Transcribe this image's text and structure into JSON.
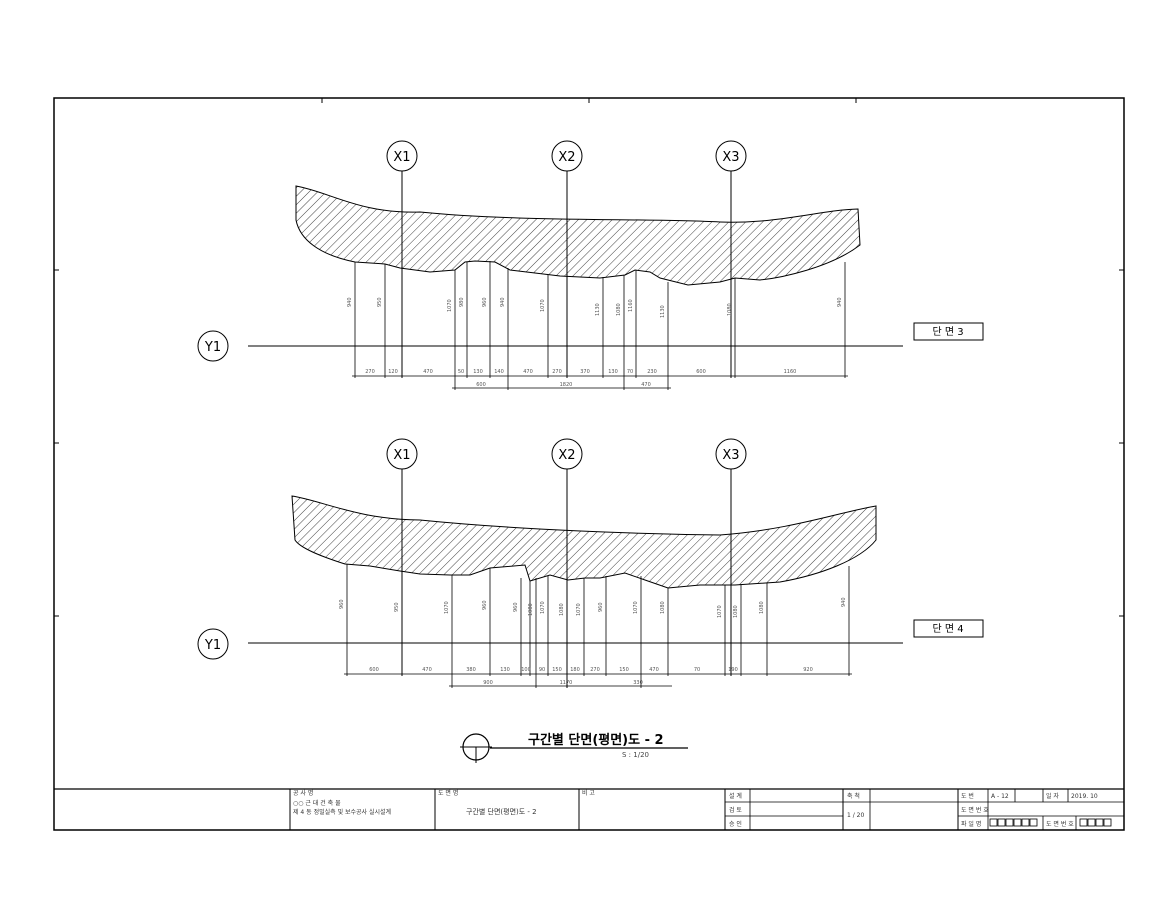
{
  "drawing": {
    "title": "구간별 단면(평면)도 - 2",
    "scale_note": "S : 1/20"
  },
  "sections": [
    {
      "tag": "단 면 3",
      "axes": {
        "x": [
          "X1",
          "X2",
          "X3"
        ],
        "y": [
          "Y1"
        ]
      },
      "dim_row1": [
        "270",
        "120",
        "470",
        "50",
        "130",
        "140",
        "470",
        "270",
        "370",
        "130",
        "70",
        "230",
        "600",
        "1160"
      ],
      "dim_row2": [
        "600",
        "1820",
        "470"
      ]
    },
    {
      "tag": "단 면 4",
      "axes": {
        "x": [
          "X1",
          "X2",
          "X3"
        ],
        "y": [
          "Y1"
        ]
      },
      "dim_row1": [
        "600",
        "470",
        "380",
        "130",
        "100",
        "90",
        "150",
        "180",
        "270",
        "150",
        "470",
        "70",
        "190",
        "920"
      ],
      "dim_row2": [
        "900",
        "1170",
        "330"
      ]
    }
  ],
  "title_block": {
    "project_label": "공 사 명",
    "project_name_1": "○○ 근 대 건 축 물",
    "project_name_2": "제 4 동 정밀실측 및 보수공사 실시설계",
    "drawing_label": "도 면 명",
    "drawing_name": "구간별 단면(평면)도 - 2",
    "remarks_label": "비 고",
    "sign_labels": [
      "설 계",
      "검 토",
      "승 인"
    ],
    "scale_label": "축 척",
    "scale_value": "1 / 20",
    "no_label": "도 번",
    "no_value": "A - 12",
    "date_label": "일 자",
    "date_value": "2019. 10",
    "sheet_label": "도 면 번 호",
    "file_label": "파 일 명"
  }
}
